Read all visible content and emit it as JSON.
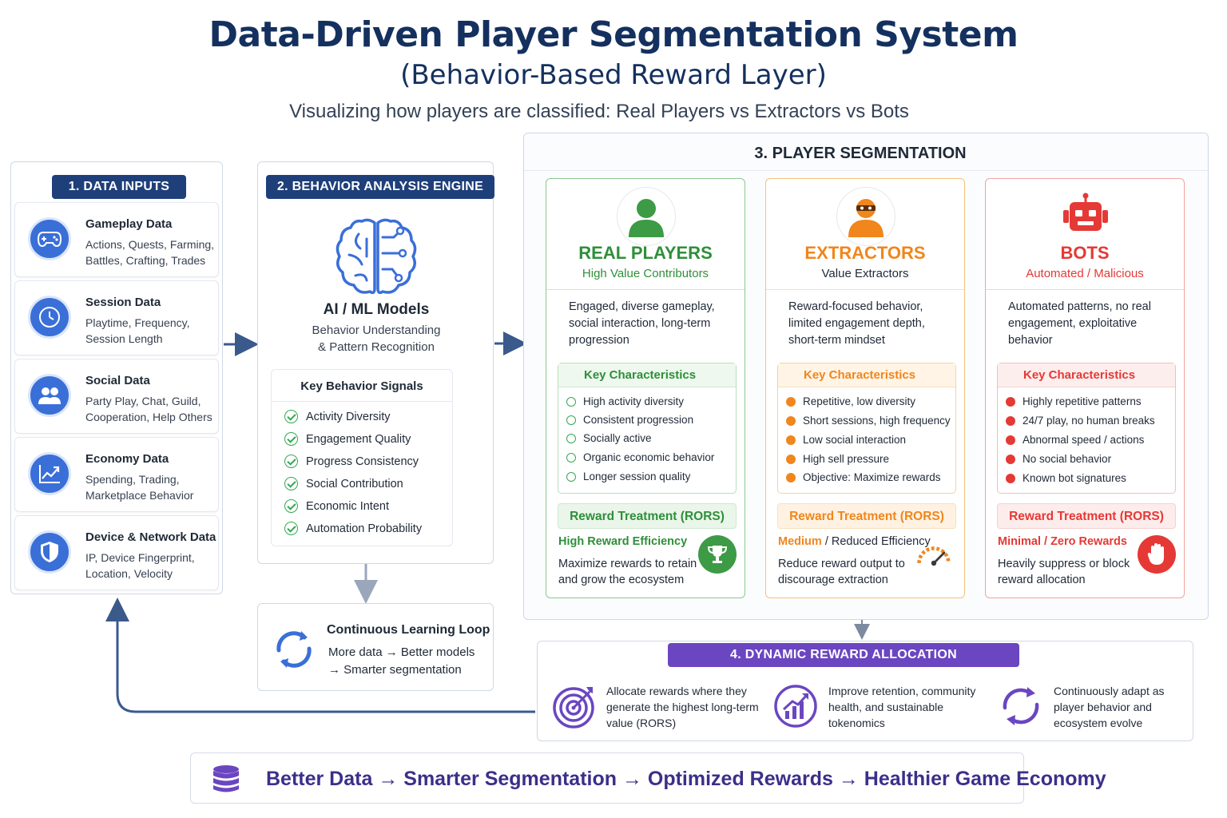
{
  "header": {
    "title": "Data-Driven Player Segmentation System",
    "subtitle": "(Behavior-Based Reward Layer)",
    "tagline": "Visualizing how players are classified: Real Players vs Extractors vs Bots"
  },
  "colors": {
    "navy": "#1e3f7a",
    "green": "#2f8f3a",
    "orange": "#f0861c",
    "red": "#e53935",
    "purple": "#6b46c1",
    "blue_icon": "#3a6fd8"
  },
  "inputs": {
    "header": "1. DATA INPUTS",
    "items": [
      {
        "icon": "gamepad-icon",
        "title": "Gameplay Data",
        "desc": "Actions, Quests, Farming, Battles, Crafting, Trades"
      },
      {
        "icon": "clock-icon",
        "title": "Session Data",
        "desc": "Playtime, Frequency, Session Length"
      },
      {
        "icon": "users-icon",
        "title": "Social Data",
        "desc": "Party Play, Chat, Guild, Cooperation, Help Others"
      },
      {
        "icon": "chart-up-icon",
        "title": "Economy Data",
        "desc": "Spending, Trading, Marketplace Behavior"
      },
      {
        "icon": "shield-icon",
        "title": "Device & Network Data",
        "desc": "IP, Device Fingerprint, Location, Velocity"
      }
    ]
  },
  "engine": {
    "header": "2. BEHAVIOR ANALYSIS ENGINE",
    "model_title": "AI / ML Models",
    "model_desc_1": "Behavior Understanding",
    "model_desc_2": "& Pattern Recognition",
    "signals_header": "Key Behavior Signals",
    "signals": [
      "Activity Diversity",
      "Engagement Quality",
      "Progress Consistency",
      "Social Contribution",
      "Economic Intent",
      "Automation Probability"
    ],
    "loop_title": "Continuous Learning Loop",
    "loop_line_1": "More data → Better models",
    "loop_line_2": "→ Smarter segmentation"
  },
  "segmentation": {
    "header": "3. PLAYER SEGMENTATION",
    "kc_header": "Key Characteristics",
    "rw_header": "Reward Treatment (RORS)",
    "segments": [
      {
        "name": "REAL PLAYERS",
        "sub": "High Value Contributors",
        "desc": "Engaged, diverse gameplay, social interaction, long-term progression",
        "traits": [
          "High activity diversity",
          "Consistent progression",
          "Socially active",
          "Organic economic behavior",
          "Longer session quality"
        ],
        "reward_label": "High Reward Efficiency",
        "reward_desc": "Maximize rewards to retain and grow the ecosystem"
      },
      {
        "name": "EXTRACTORS",
        "sub": "Value Extractors",
        "desc": "Reward-focused behavior, limited engagement depth, short-term mindset",
        "traits": [
          "Repetitive, low diversity",
          "Short sessions, high frequency",
          "Low social interaction",
          "High sell pressure",
          "Objective: Maximize rewards"
        ],
        "reward_label_a": "Medium",
        "reward_label_b": "/ Reduced Efficiency",
        "reward_desc": "Reduce reward output to discourage extraction"
      },
      {
        "name": "BOTS",
        "sub": "Automated / Malicious",
        "desc": "Automated patterns, no real engagement, exploitative behavior",
        "traits": [
          "Highly repetitive patterns",
          "24/7 play, no human breaks",
          "Abnormal speed / actions",
          "No social behavior",
          "Known bot signatures"
        ],
        "reward_label": "Minimal / Zero Rewards",
        "reward_desc": "Heavily suppress or block reward allocation"
      }
    ]
  },
  "allocation": {
    "header": "4. DYNAMIC REWARD ALLOCATION",
    "items": [
      {
        "icon": "target-icon",
        "text": "Allocate rewards where they generate the highest long-term value (RORS)"
      },
      {
        "icon": "growth-chart-icon",
        "text": "Improve retention, community health, and sustainable tokenomics"
      },
      {
        "icon": "refresh-icon",
        "text": "Continuously adapt as player behavior and ecosystem evolve"
      }
    ]
  },
  "banner": {
    "text": "Better Data → Smarter Segmentation → Optimized Rewards → Healthier Game Economy"
  }
}
